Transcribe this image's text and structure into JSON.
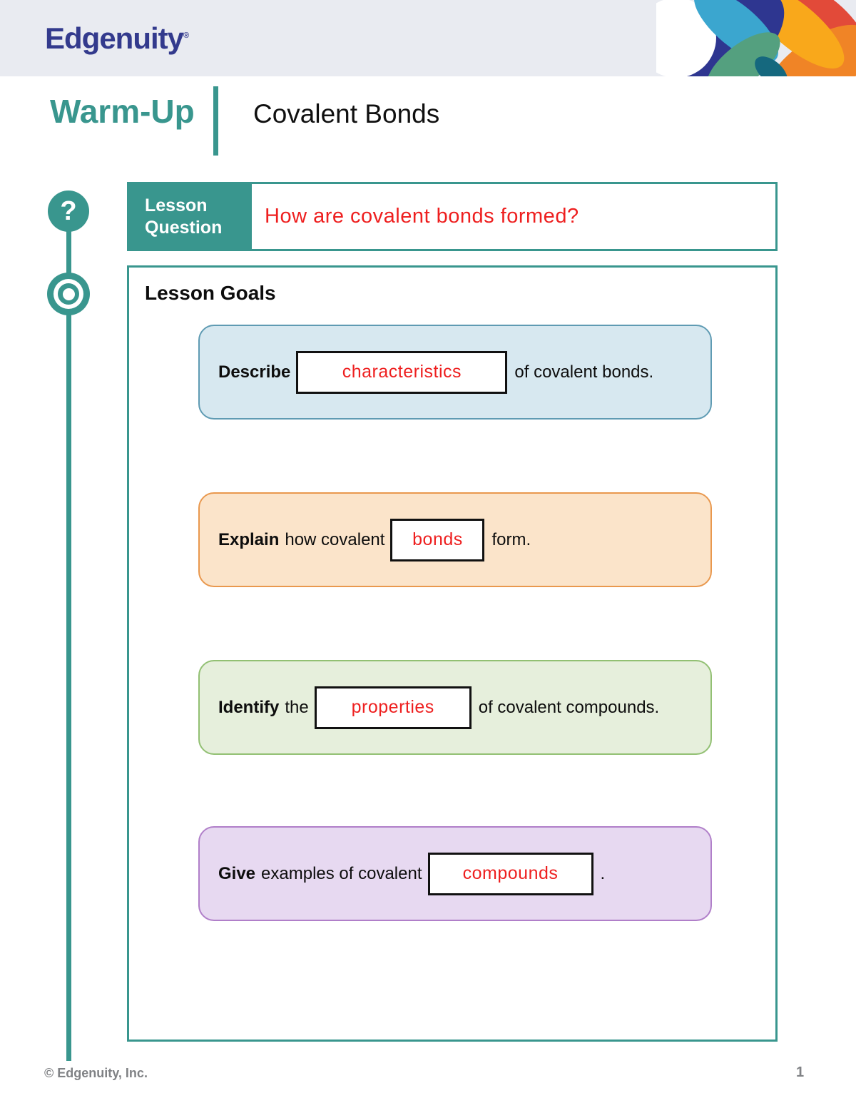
{
  "header": {
    "brand": "Edgenuity",
    "brand_mark": "®",
    "doc_type": "Warm-Up",
    "title": "Covalent Bonds"
  },
  "icons": {
    "question_mark": "?"
  },
  "lesson_question": {
    "label_line1": "Lesson",
    "label_line2": "Question",
    "answer": "How are covalent bonds formed?"
  },
  "lesson_goals": {
    "title": "Lesson Goals",
    "goals": [
      {
        "verb": "Describe",
        "pre": "",
        "answer": "characteristics",
        "post": "of covalent bonds.",
        "fill": "#d7e8f0",
        "border": "#5f9bb3"
      },
      {
        "verb": "Explain",
        "pre": "how covalent",
        "answer": "bonds",
        "post": "form.",
        "fill": "#fbe4ca",
        "border": "#e9984e"
      },
      {
        "verb": "Identify",
        "pre": "the",
        "answer": "properties",
        "post": "of covalent compounds.",
        "fill": "#e6efdc",
        "border": "#92c073"
      },
      {
        "verb": "Give",
        "pre": "examples of covalent",
        "answer": "compounds",
        "post": ".",
        "fill": "#e7d9f1",
        "border": "#b07fc9"
      }
    ]
  },
  "footer": {
    "copyright": "© Edgenuity, Inc.",
    "page_number": "1"
  },
  "colors": {
    "teal": "#39968e",
    "brand_indigo": "#333a8d",
    "header_band": "#e9ebf1",
    "answer_red": "#ee1f1f",
    "footer_gray": "#808285"
  }
}
